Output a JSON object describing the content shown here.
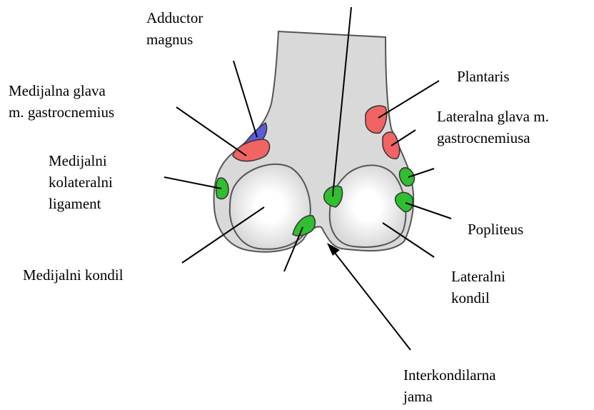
{
  "labels": {
    "adductor_magnus": [
      "Adductor",
      "magnus"
    ],
    "medial_gastrocnemius": [
      "Medijalna glava",
      "m. gastrocnemius"
    ],
    "medial_collateral_ligament": [
      "Medijalni",
      "kolateralni",
      "ligament"
    ],
    "medial_condyle": [
      "Medijalni kondil"
    ],
    "plantaris": [
      "Plantaris"
    ],
    "lateral_gastrocnemius": [
      "Lateralna glava m.",
      "gastrocnemiusa"
    ],
    "popliteus": [
      "Popliteus"
    ],
    "lateral_condyle": [
      "Lateralni",
      "kondil"
    ],
    "intercondylar_fossa": [
      "Interkondilarna",
      "jama"
    ]
  },
  "colors": {
    "bone": "#d9d9d9",
    "outline": "#555555",
    "condyle_highlight": "#ffffff",
    "muscle_red": "#f06464",
    "muscle_green": "#2fbf2f",
    "muscle_blue": "#5b5bd6",
    "leader_line": "#000000"
  }
}
